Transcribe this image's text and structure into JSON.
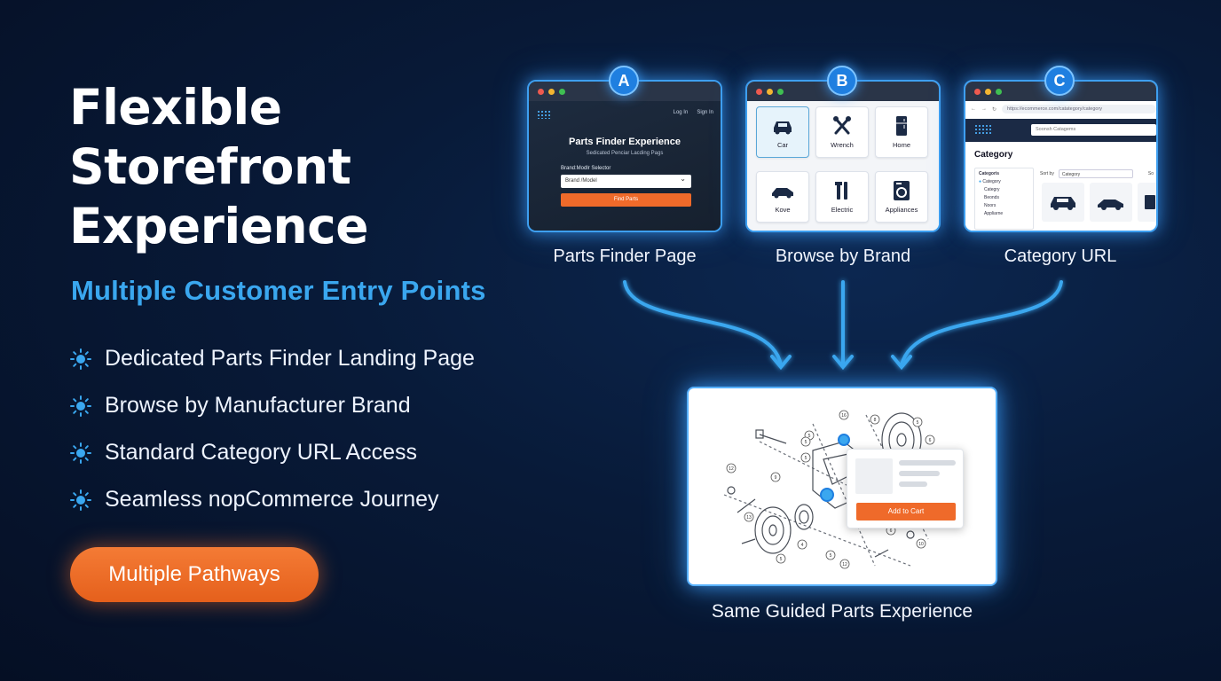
{
  "headline": {
    "line1": "Flexible",
    "line2": "Storefront",
    "line3": "Experience"
  },
  "subtitle": "Multiple Customer Entry Points",
  "bullets": [
    "Dedicated Parts Finder Landing Page",
    "Browse by Manufacturer Brand",
    "Standard Category URL Access",
    "Seamless nopCommerce Journey"
  ],
  "cta": "Multiple Pathways",
  "entry_points": {
    "a": {
      "badge": "A",
      "label": "Parts Finder Page",
      "nav_login": "Log In",
      "nav_signin": "Sign In",
      "heading": "Parts Finder Experience",
      "subheading": "Sedicated Penciar Lacding Pags",
      "selector_label": "Brand:Modlr Selector",
      "select_value": "Brand /Model",
      "button": "Find Parts"
    },
    "b": {
      "badge": "B",
      "label": "Browse by Brand",
      "tiles": [
        "Car",
        "Wrench",
        "Home",
        "Kove",
        "Electric",
        "Appliances"
      ]
    },
    "c": {
      "badge": "C",
      "label": "Category URL",
      "url": "https://ecommerce.com/catategory/category",
      "search_placeholder": "Soonsh Catagems",
      "title": "Category",
      "sidebar_heading": "Categoris",
      "sidebar_items": [
        "Category",
        "Categry",
        "Beonds",
        "Noors",
        "Appliarne"
      ],
      "sort_label": "Sort by",
      "sort_value": "Category",
      "sort_extra": "So"
    }
  },
  "result": {
    "label": "Same Guided Parts Experience",
    "add_to_cart": "Add to Cart",
    "callouts": [
      "16",
      "8",
      "5",
      "5",
      "6",
      "5",
      "12",
      "9",
      "13",
      "5",
      "4",
      "5",
      "10",
      "12",
      "5",
      "6"
    ]
  },
  "colors": {
    "accent_blue": "#3aa7ef",
    "cta_orange": "#ef6a2a",
    "background": "#081a38"
  }
}
